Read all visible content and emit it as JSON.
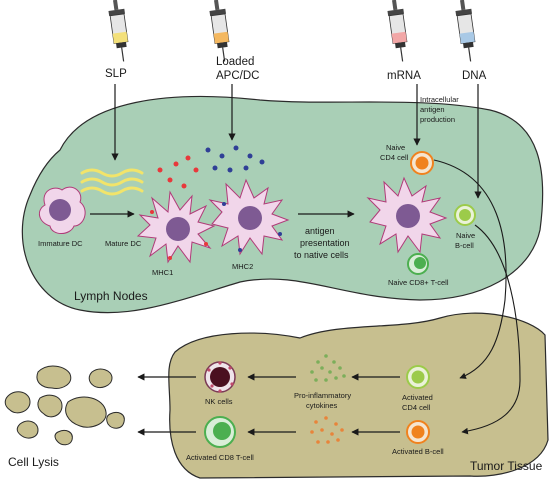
{
  "vaccines": {
    "slp": "SLP",
    "loaded_line1": "Loaded",
    "loaded_line2": "APC/DC",
    "mrna": "mRNA",
    "dna": "DNA",
    "intracellular_line1": "Intracellular",
    "intracellular_line2": "antigen",
    "intracellular_line3": "production"
  },
  "lymph": {
    "title": "Lymph Nodes",
    "immature_dc": "Immature DC",
    "mature_dc": "Mature DC",
    "mhc1": "MHC1",
    "mhc2": "MHC2",
    "presentation_line1": "antigen",
    "presentation_line2": "presentation",
    "presentation_line3": "to native cells",
    "naive_cd4_line1": "Naive",
    "naive_cd4_line2": "CD4 cell",
    "naive_b_line1": "Naive",
    "naive_b_line2": "B-cell",
    "naive_cd8": "Naive CD8+ T-cell"
  },
  "tumor": {
    "title": "Tumor Tissue",
    "nk_cells": "NK cells",
    "cytokines_line1": "Pro-inflammatory",
    "cytokines_line2": "cytokines",
    "activated_cd4_line1": "Activated",
    "activated_cd4_line2": "CD4 cell",
    "activated_b": "Activated B-cell",
    "activated_cd8": "Activated CD8 T-cell"
  },
  "outcome": {
    "cell_lysis": "Cell Lysis"
  },
  "colors": {
    "lymph_fill": "#a9cfb6",
    "tumor_fill": "#c7bf8f",
    "syringe_slp": "#f3e07a",
    "syringe_loaded": "#f4b860",
    "syringe_mrna": "#f2a7a7",
    "syringe_dna": "#a9c9e6",
    "dc_body": "#f1d6ea",
    "dc_nucleus": "#7e5a93",
    "cd4": "#f0821e",
    "bcell": "#9ccb4a",
    "cd8": "#4caf50",
    "nk": "#4a1020"
  }
}
